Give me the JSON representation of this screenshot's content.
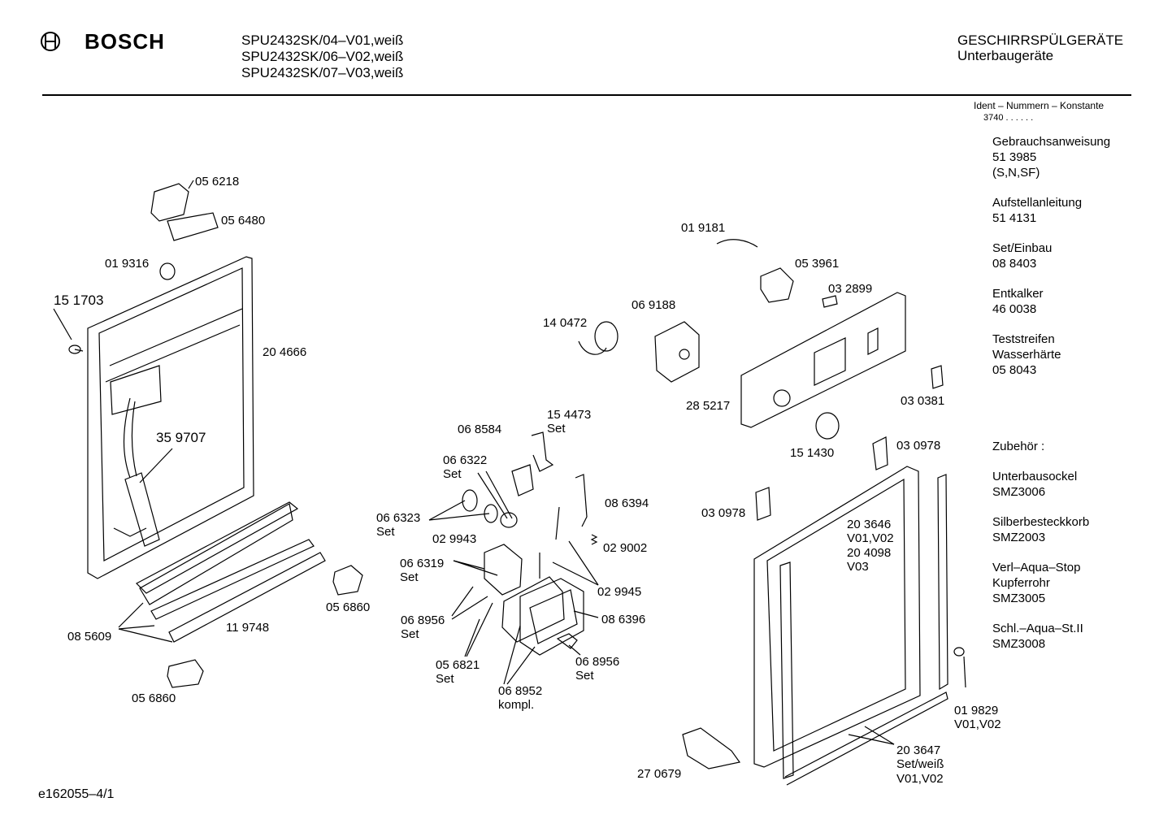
{
  "header": {
    "brand": "BOSCH",
    "models": [
      "SPU2432SK/04–V01,weiß",
      "SPU2432SK/06–V02,weiß",
      "SPU2432SK/07–V03,weiß"
    ],
    "category": "GESCHIRRSPÜLGERÄTE",
    "subcategory": "Unterbaugeräte"
  },
  "sidebar": {
    "ident_title": "Ident – Nummern – Konstante",
    "ident_value": "3740 . .   . . . .",
    "items": [
      {
        "lines": [
          "Gebrauchsanweisung",
          "51 3985",
          "(S,N,SF)"
        ]
      },
      {
        "lines": [
          "Aufstellanleitung",
          "51 4131"
        ]
      },
      {
        "lines": [
          "Set/Einbau",
          "08 8403"
        ]
      },
      {
        "lines": [
          "Entkalker",
          "46 0038"
        ]
      },
      {
        "lines": [
          "Teststreifen",
          "Wasserhärte",
          "05 8043"
        ]
      }
    ],
    "accessories_title": "Zubehör :",
    "accessories": [
      {
        "lines": [
          "Unterbausockel",
          "SMZ3006"
        ]
      },
      {
        "lines": [
          "Silberbesteckkorb",
          "SMZ2003"
        ]
      },
      {
        "lines": [
          "Verl–Aqua–Stop",
          "Kupferrohr",
          "SMZ3005"
        ]
      },
      {
        "lines": [
          "Schl.–Aqua–St.II",
          "SMZ3008"
        ]
      }
    ]
  },
  "parts": [
    {
      "id": "p056218",
      "lines": [
        "05 6218"
      ]
    },
    {
      "id": "p056480",
      "lines": [
        "05 6480"
      ]
    },
    {
      "id": "p019316",
      "lines": [
        "01 9316"
      ]
    },
    {
      "id": "p151703",
      "lines": [
        "15 1703"
      ]
    },
    {
      "id": "p204666",
      "lines": [
        "20 4666"
      ]
    },
    {
      "id": "p359707",
      "lines": [
        "35 9707"
      ]
    },
    {
      "id": "p085609",
      "lines": [
        "08 5609"
      ]
    },
    {
      "id": "p119748",
      "lines": [
        "11 9748"
      ]
    },
    {
      "id": "p056860a",
      "lines": [
        "05 6860"
      ]
    },
    {
      "id": "p056860b",
      "lines": [
        "05 6860"
      ]
    },
    {
      "id": "p068584",
      "lines": [
        "06 8584"
      ]
    },
    {
      "id": "p154473",
      "lines": [
        "15 4473",
        "Set"
      ]
    },
    {
      "id": "p066322",
      "lines": [
        "06 6322",
        "Set"
      ]
    },
    {
      "id": "p066323",
      "lines": [
        "06 6323",
        "Set"
      ]
    },
    {
      "id": "p029943",
      "lines": [
        "02 9943"
      ]
    },
    {
      "id": "p066319",
      "lines": [
        "06 6319",
        "Set"
      ]
    },
    {
      "id": "p068956a",
      "lines": [
        "06 8956",
        "Set"
      ]
    },
    {
      "id": "p056821",
      "lines": [
        "05 6821",
        "Set"
      ]
    },
    {
      "id": "p068952",
      "lines": [
        "06 8952",
        "kompl."
      ]
    },
    {
      "id": "p068956b",
      "lines": [
        "06 8956",
        "Set"
      ]
    },
    {
      "id": "p086396",
      "lines": [
        "08 6396"
      ]
    },
    {
      "id": "p029945",
      "lines": [
        "02 9945"
      ]
    },
    {
      "id": "p029002",
      "lines": [
        "02 9002"
      ]
    },
    {
      "id": "p086394",
      "lines": [
        "08 6394"
      ]
    },
    {
      "id": "p019181",
      "lines": [
        "01 9181"
      ]
    },
    {
      "id": "p053961",
      "lines": [
        "05 3961"
      ]
    },
    {
      "id": "p032899",
      "lines": [
        "03 2899"
      ]
    },
    {
      "id": "p069188",
      "lines": [
        "06 9188"
      ]
    },
    {
      "id": "p140472",
      "lines": [
        "14 0472"
      ]
    },
    {
      "id": "p285217",
      "lines": [
        "28 5217"
      ]
    },
    {
      "id": "p151430",
      "lines": [
        "15 1430"
      ]
    },
    {
      "id": "p030381",
      "lines": [
        "03 0381"
      ]
    },
    {
      "id": "p030978a",
      "lines": [
        "03 0978"
      ]
    },
    {
      "id": "p030978b",
      "lines": [
        "03 0978"
      ]
    },
    {
      "id": "p203646",
      "lines": [
        "20 3646",
        "V01,V02",
        "20 4098",
        "V03"
      ]
    },
    {
      "id": "p019829",
      "lines": [
        "01 9829",
        "V01,V02"
      ]
    },
    {
      "id": "p203647",
      "lines": [
        "20 3647",
        "Set/weiß",
        "V01,V02"
      ]
    },
    {
      "id": "p270679",
      "lines": [
        "27 0679"
      ]
    }
  ],
  "footer": {
    "code": "e162055–4/1"
  }
}
